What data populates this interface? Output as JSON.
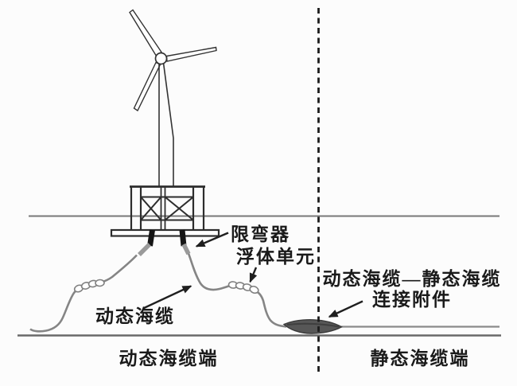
{
  "diagram": {
    "title": "floating-wind-turbine-dynamic-cable-system",
    "labels": {
      "bend_limiter": "限弯器",
      "buoyancy_unit": "浮体单元",
      "dynamic_cable": "动态海缆",
      "connector_line1": "动态海缆—静态海缆",
      "connector_line2": "连接附件",
      "dynamic_cable_end": "动态海缆端",
      "static_cable_end": "静态海缆端"
    },
    "colors": {
      "background": "#fcfcfc",
      "ink": "#1f1f1f",
      "structure_line": "#2d2d2d",
      "cable": "#858585",
      "stiffener_black": "#151515",
      "stiffener_gray": "#9a9a9a",
      "joint_fill": "#575757",
      "waterline": "#787878",
      "seabed": "#696969",
      "divider_dash": "#1c1c1c"
    }
  }
}
